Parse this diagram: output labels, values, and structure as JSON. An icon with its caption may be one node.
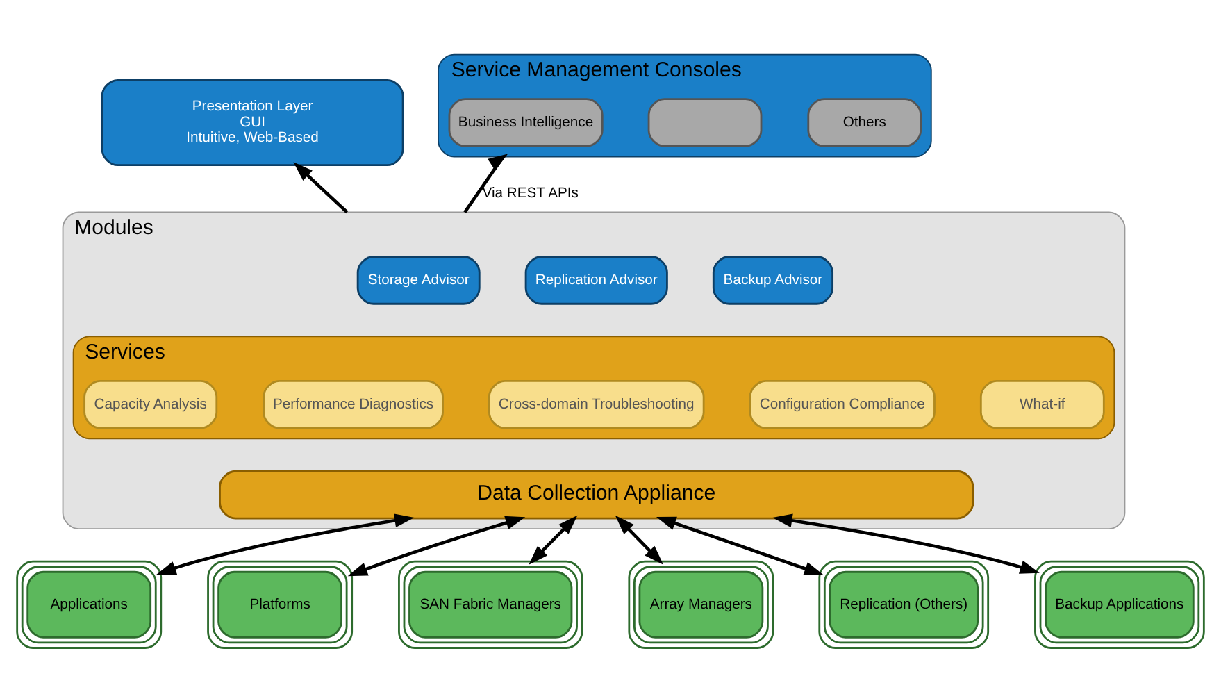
{
  "diagram": {
    "nodes": [
      {
        "text": [
          "Presentation Layer",
          "GUI",
          "Intuitive, Web-Based"
        ]
      },
      {
        "text": [
          "Service Management Consoles"
        ]
      },
      {
        "text": [
          "Business Intelligence"
        ],
        "in": 1
      },
      {
        "text": [],
        "shape": "box",
        "in": 1
      },
      {
        "text": [
          "Others"
        ],
        "in": 1
      },
      {
        "text": [
          "Modules"
        ]
      },
      {
        "text": [
          "Storage Advisor"
        ],
        "in": 5
      },
      {
        "text": [
          "Replication Advisor"
        ],
        "in": 5
      },
      {
        "text": [
          "Backup Advisor"
        ],
        "in": 5
      },
      {
        "text": [
          "Services"
        ],
        "in": 5
      },
      {
        "text": [
          "Capacity Analysis"
        ],
        "in": 9
      },
      {
        "text": [
          "Performance Diagnostics"
        ],
        "in": 9
      },
      {
        "text": [
          "Cross-domain Troubleshooting"
        ],
        "in": 9
      },
      {
        "text": [
          "Configuration Compliance"
        ],
        "in": 9
      },
      {
        "text": [
          "What-if"
        ],
        "in": 9
      },
      {
        "text": [
          "Data Collection Appliance"
        ],
        "in": 5
      },
      {
        "text": [
          "Applications"
        ]
      },
      {
        "text": [
          "Platforms"
        ]
      },
      {
        "text": [
          "SAN Fabric Managers"
        ]
      },
      {
        "text": [
          "Array Managers"
        ]
      },
      {
        "text": [
          "Replication (Others)"
        ]
      },
      {
        "text": [
          "Backup Applications"
        ]
      }
    ],
    "edges": [
      {
        "from": 5,
        "to": 0,
        "arrow": "to"
      },
      {
        "from": 5,
        "to": 1,
        "arrow": "to",
        "label": "Via REST APIs"
      },
      {
        "from": 15,
        "to": 16,
        "arrow": "both"
      },
      {
        "from": 15,
        "to": 17,
        "arrow": "both"
      },
      {
        "from": 15,
        "to": 18,
        "arrow": "both"
      },
      {
        "from": 15,
        "to": 19,
        "arrow": "both"
      },
      {
        "from": 15,
        "to": 20,
        "arrow": "both"
      },
      {
        "from": 15,
        "to": 21,
        "arrow": "both"
      }
    ]
  }
}
